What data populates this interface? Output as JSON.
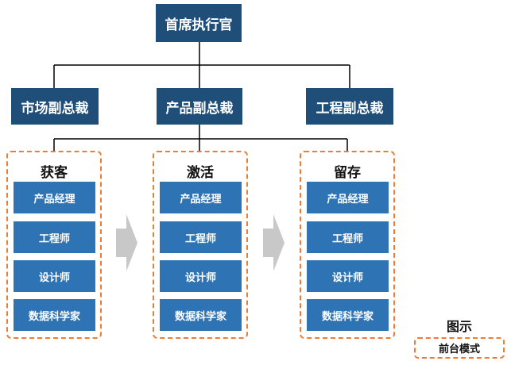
{
  "colors": {
    "executive_fill": "#1f4e79",
    "role_fill": "#2e74b5",
    "group_border": "#ed7d31",
    "arrow_fill": "#c8c8c8",
    "line": "#000000"
  },
  "ceo": {
    "label": "首席执行官"
  },
  "vps": [
    {
      "label": "市场副总裁"
    },
    {
      "label": "产品副总裁"
    },
    {
      "label": "工程副总裁"
    }
  ],
  "stages": [
    {
      "title": "获客",
      "roles": [
        "产品经理",
        "工程师",
        "设计师",
        "数据科学家"
      ]
    },
    {
      "title": "激活",
      "roles": [
        "产品经理",
        "工程师",
        "设计师",
        "数据科学家"
      ]
    },
    {
      "title": "留存",
      "roles": [
        "产品经理",
        "工程师",
        "设计师",
        "数据科学家"
      ]
    }
  ],
  "legend": {
    "title": "图示",
    "item": "前台模式"
  }
}
